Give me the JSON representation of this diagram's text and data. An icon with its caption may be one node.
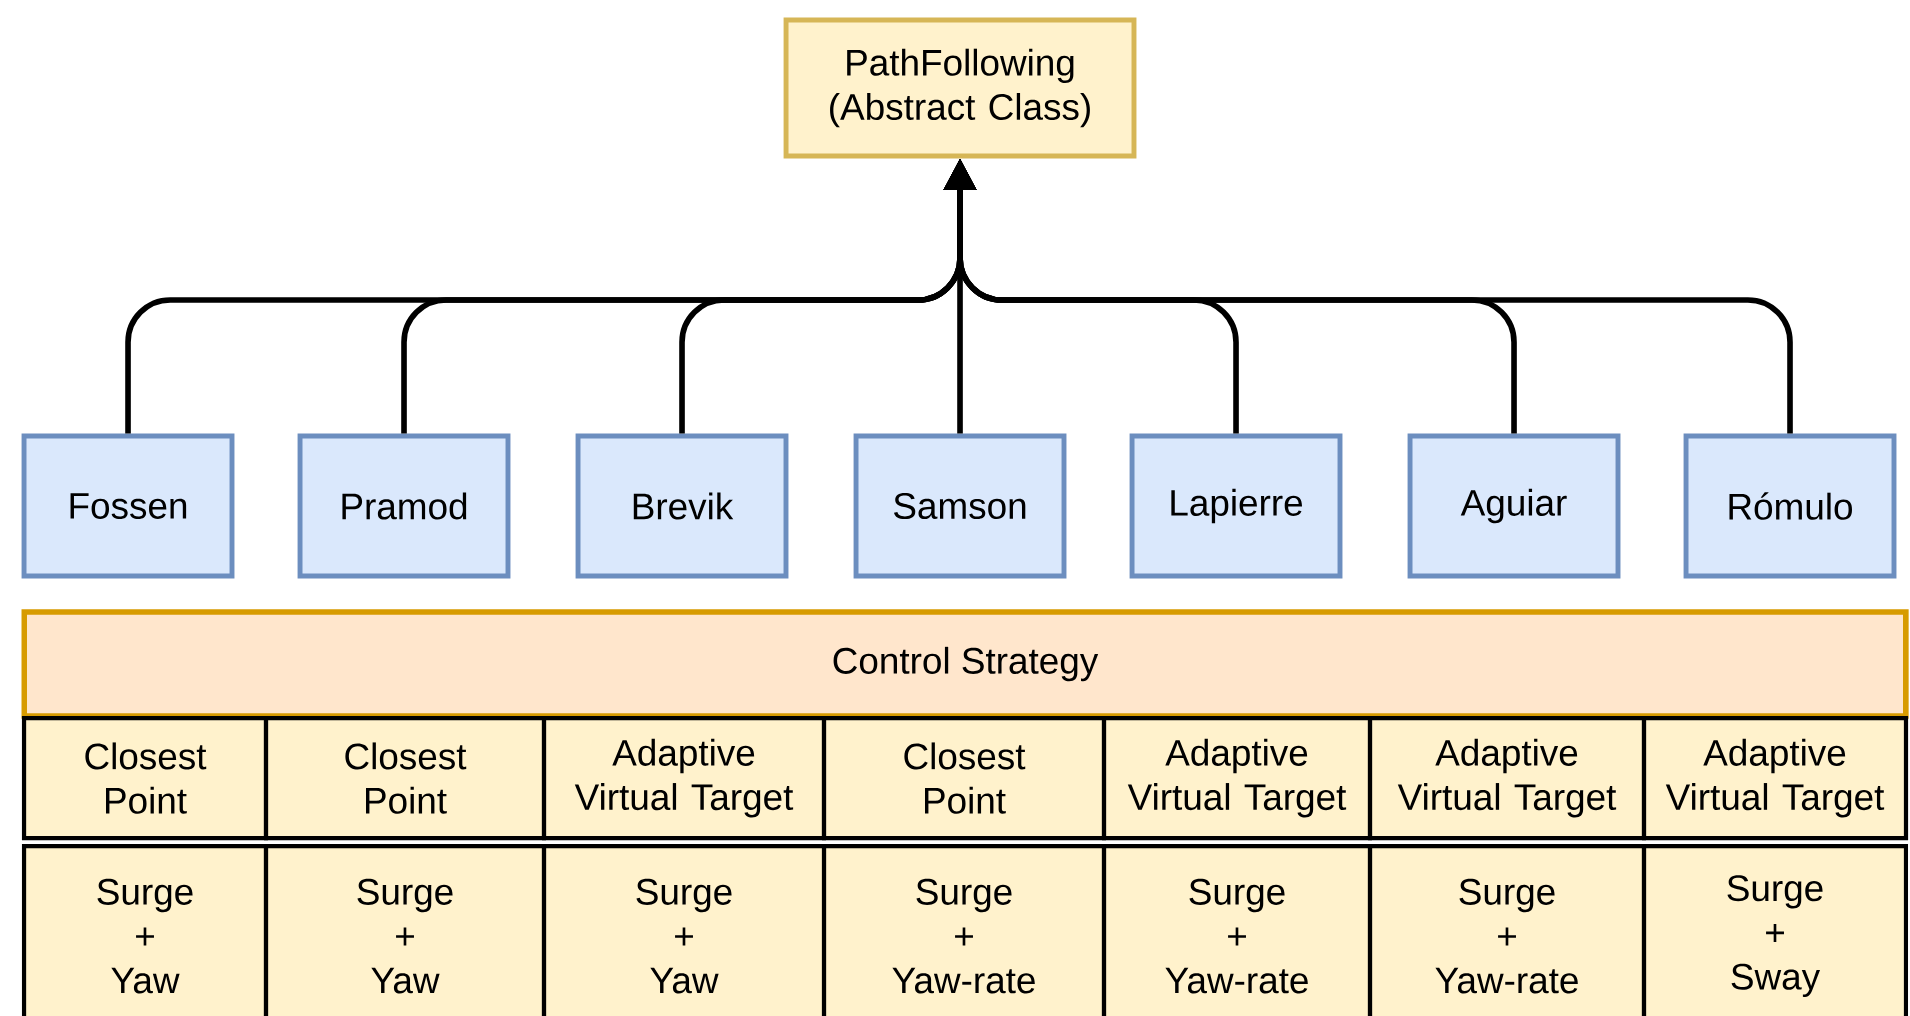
{
  "diagram": {
    "nodes": [
      {
        "text": [
          "PathFollowing (Abstract Class)"
        ]
      },
      {
        "text": [
          "Fossen"
        ]
      },
      {
        "text": [
          "Pramod"
        ]
      },
      {
        "text": [
          "Brevik"
        ]
      },
      {
        "text": [
          "Samson"
        ]
      },
      {
        "text": [
          "Lapierre"
        ]
      },
      {
        "text": [
          "Aguiar"
        ]
      },
      {
        "text": [
          "Rómulo"
        ]
      }
    ],
    "edges": [
      {
        "from": 1,
        "to": 0,
        "arrow": "to"
      },
      {
        "from": 2,
        "to": 0,
        "arrow": "to"
      },
      {
        "from": 3,
        "to": 0,
        "arrow": "to"
      },
      {
        "from": 4,
        "to": 0,
        "arrow": "to"
      },
      {
        "from": 5,
        "to": 0,
        "arrow": "to"
      },
      {
        "from": 6,
        "to": 0,
        "arrow": "to"
      },
      {
        "from": 7,
        "to": 0,
        "arrow": "to"
      }
    ],
    "labels": [
      "Control Strategy",
      "Closest Point",
      "Closest Point",
      "Adaptive Virtual Target",
      "Closest Point",
      "Adaptive Virtual Target",
      "Adaptive Virtual Target",
      "Adaptive Virtual Target",
      "Surge + Yaw",
      "Surge + Yaw",
      "Surge + Yaw",
      "Surge + Yaw-rate",
      "Surge + Yaw-rate",
      "Surge + Yaw-rate",
      "Surge + Sway"
    ]
  }
}
